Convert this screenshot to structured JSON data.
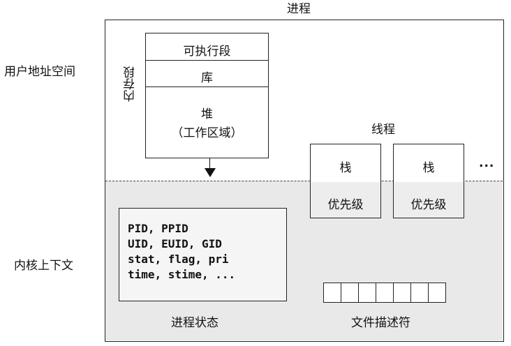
{
  "process_title": "进程",
  "user_space_label": "用户地址空间",
  "kernel_context_label": "内核上下文",
  "memory_segment": {
    "label": "内存段",
    "rows": [
      "可执行段",
      "库",
      "堆",
      "（工作区域）"
    ]
  },
  "threads": {
    "label": "线程",
    "boxes": [
      {
        "stack": "栈",
        "priority": "优先级"
      },
      {
        "stack": "栈",
        "priority": "优先级"
      }
    ],
    "ellipsis": "..."
  },
  "process_state": {
    "label": "进程状态",
    "lines": [
      "PID, PPID",
      "UID, EUID, GID",
      "stat, flag, pri",
      "time, stime, ..."
    ]
  },
  "file_descriptors": {
    "label": "文件描述符",
    "cell_count": 7
  }
}
